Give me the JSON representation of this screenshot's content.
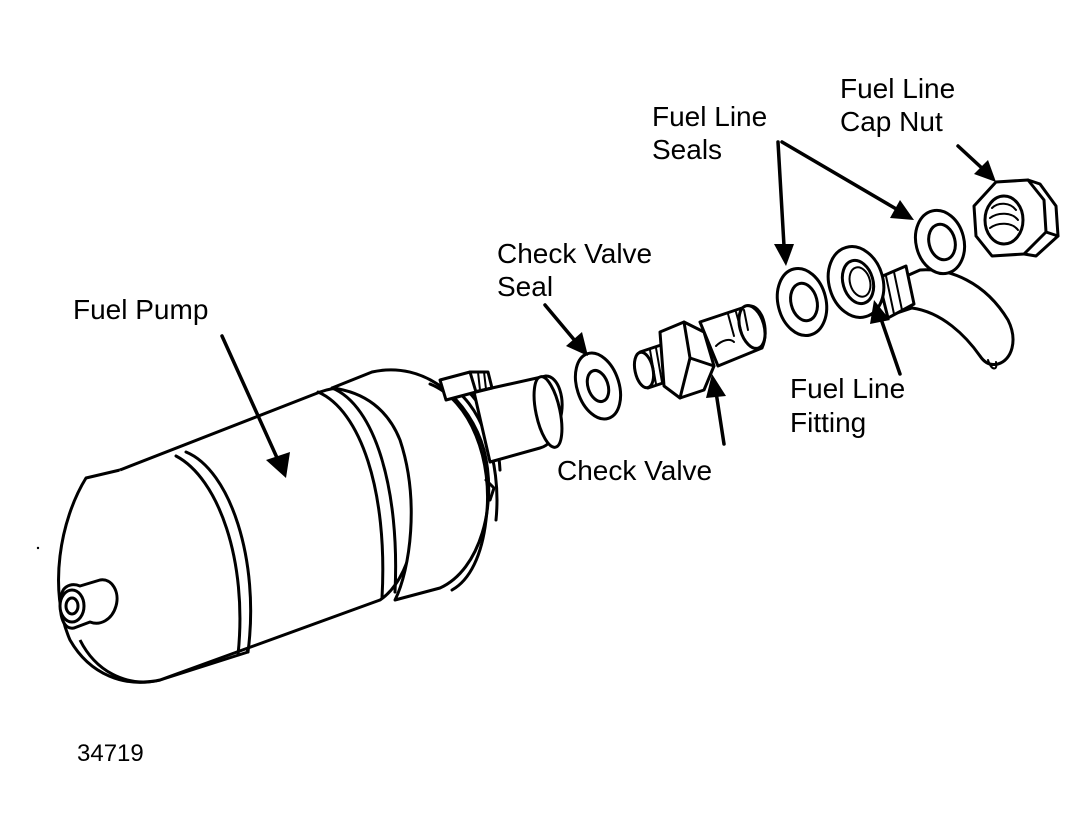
{
  "labels": {
    "fuel_pump": "Fuel Pump",
    "check_valve_seal_line1": "Check Valve",
    "check_valve_seal_line2": "Seal",
    "check_valve": "Check Valve",
    "fuel_line_seals_line1": "Fuel Line",
    "fuel_line_seals_line2": "Seals",
    "fuel_line_cap_nut_line1": "Fuel Line",
    "fuel_line_cap_nut_line2": "Cap Nut",
    "fuel_line_fitting_line1": "Fuel Line",
    "fuel_line_fitting_line2": "Fitting"
  },
  "figure_number": "34719"
}
